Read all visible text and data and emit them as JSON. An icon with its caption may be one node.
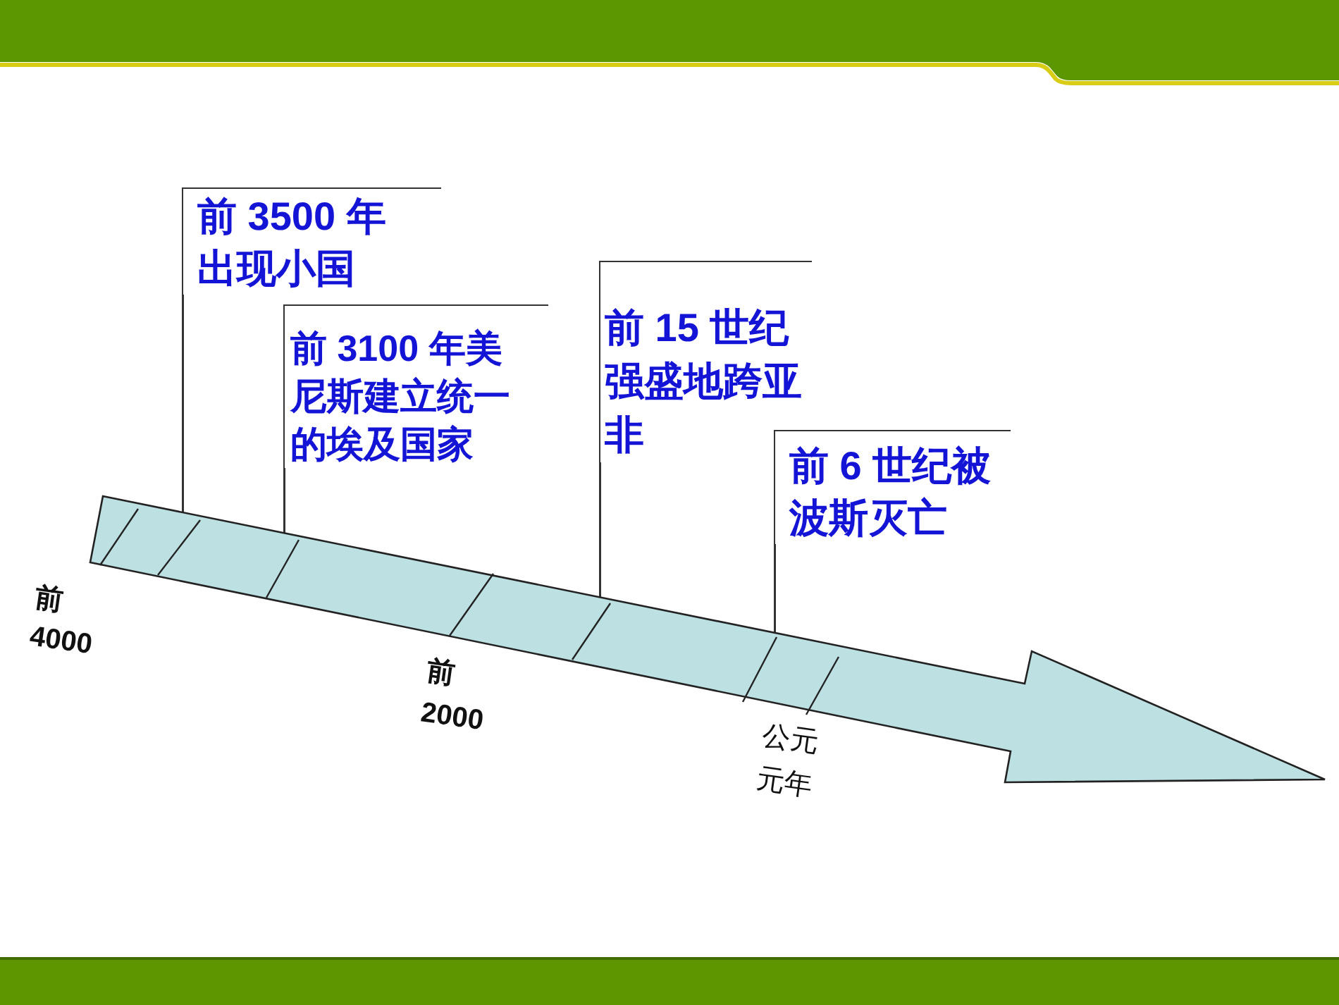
{
  "diagram": {
    "nodes": [
      {
        "text": [
          "前 3500 年出现小国"
        ]
      },
      {
        "text": [
          "前 3100 年美尼斯建立统一的埃及国家"
        ]
      },
      {
        "text": [
          "前 15 世纪强盛地跨亚非"
        ]
      },
      {
        "text": [
          "前 6 世纪被波斯灭亡"
        ]
      },
      {
        "text": [],
        "shape": "arrow"
      }
    ],
    "edges": [
      {
        "from": 0,
        "to": 4,
        "arrow": "none"
      },
      {
        "from": 1,
        "to": 4,
        "arrow": "none"
      },
      {
        "from": 2,
        "to": 4,
        "arrow": "none"
      },
      {
        "from": 3,
        "to": 4,
        "arrow": "none"
      }
    ],
    "labels": [
      "前 4000",
      "前 2000",
      "公元元年"
    ]
  }
}
